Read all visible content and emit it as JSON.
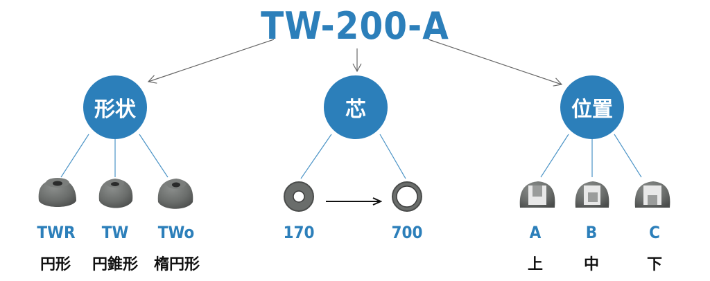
{
  "title": "TW-200-A",
  "categories": {
    "shape": {
      "label": "形状",
      "items": [
        {
          "code": "TWR",
          "name": "円形"
        },
        {
          "code": "TW",
          "name": "円錐形"
        },
        {
          "code": "TWo",
          "name": "楕円形"
        }
      ]
    },
    "core": {
      "label": "芯",
      "items": [
        {
          "code": "170"
        },
        {
          "code": "700"
        }
      ]
    },
    "position": {
      "label": "位置",
      "items": [
        {
          "code": "A",
          "name": "上"
        },
        {
          "code": "B",
          "name": "中"
        },
        {
          "code": "C",
          "name": "下"
        }
      ]
    }
  },
  "colors": {
    "accent": "#2c7fba",
    "tip": "#6b6e6c",
    "text": "#111111"
  }
}
